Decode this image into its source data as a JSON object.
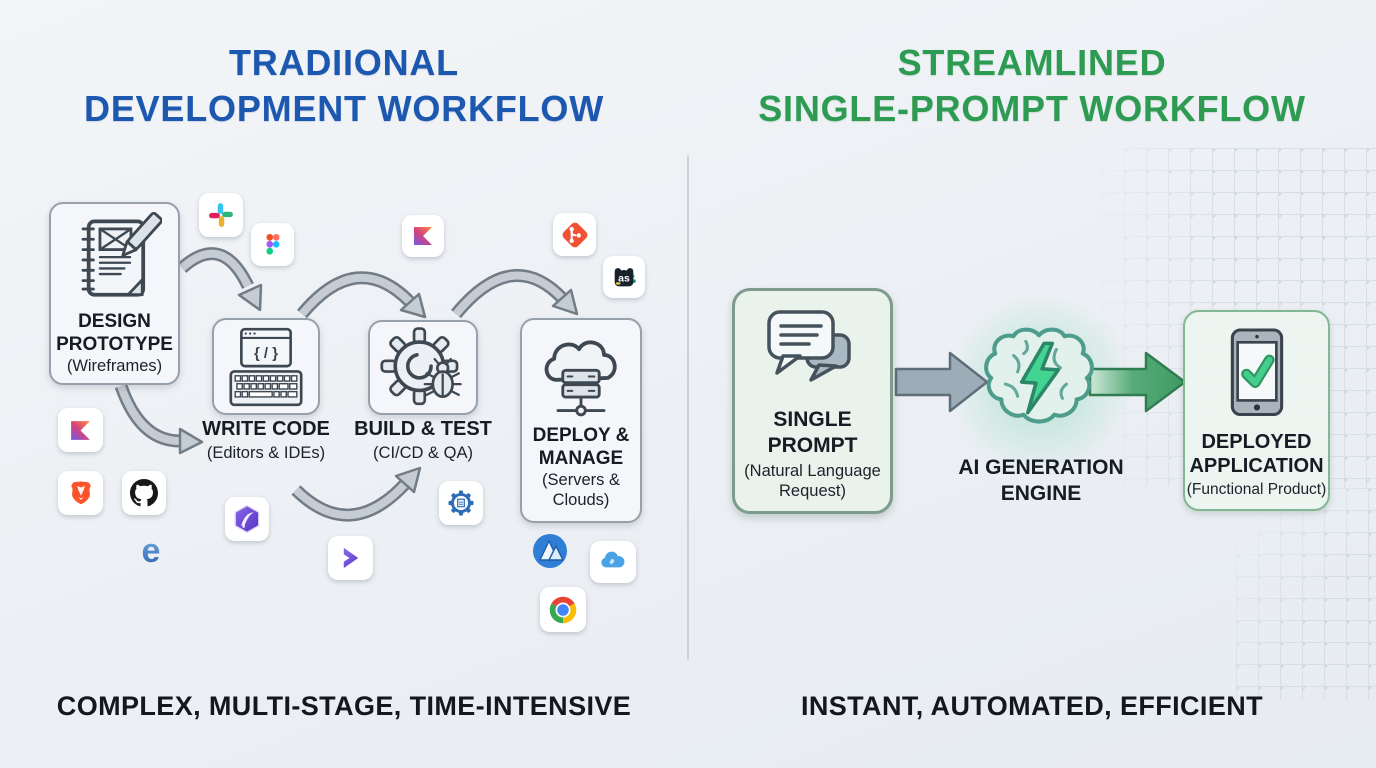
{
  "left": {
    "title1": "TRADIIONAL",
    "title2": "DEVELOPMENT WORKFLOW",
    "title_color": "#1d58b0",
    "stages": [
      {
        "line1": "DESIGN",
        "line2": "PROTOTYPE",
        "sub": "(Wireframes)",
        "icon": "notebook-pencil-icon"
      },
      {
        "line1": "WRITE CODE",
        "sub": "(Editors & IDEs)",
        "icon": "code-editor-keyboard-icon",
        "icon_glyph": "{ / }"
      },
      {
        "line1": "BUILD & TEST",
        "sub": "(CI/CD & QA)",
        "icon": "gear-bug-icon"
      },
      {
        "line1": "DEPLOY &",
        "line2": "MANAGE",
        "sub": "(Servers & Clouds)",
        "icon": "cloud-server-icon"
      }
    ],
    "tool_icons": [
      "slack",
      "figma",
      "kotlin",
      "git",
      "as-dark-app",
      "kotlin",
      "brave",
      "github",
      "e-cube",
      "purple-hexagon",
      "purple-chevron",
      "blue-gear",
      "mountain-circle",
      "blue-cloud",
      "chrome"
    ],
    "footer": "COMPLEX, MULTI-STAGE, TIME-INTENSIVE"
  },
  "right": {
    "title1": "STREAMLINED",
    "title2": "SINGLE-PROMPT WORKFLOW",
    "title_color": "#2d9b51",
    "stages": [
      {
        "line1": "SINGLE",
        "line2": "PROMPT",
        "sub": "(Natural Language Request)",
        "icon": "chat-bubbles-icon"
      },
      {
        "line1": "AI GENERATION",
        "line2": "ENGINE",
        "icon": "brain-lightning-icon"
      },
      {
        "line1": "DEPLOYED",
        "line2": "APPLICATION",
        "sub": "(Functional Product)",
        "icon": "tablet-check-icon"
      }
    ],
    "footer": "INSTANT, AUTOMATED, EFFICIENT"
  },
  "colors": {
    "background": "#eef1f5",
    "left_title": "#1d58b0",
    "right_title": "#2d9b51",
    "box_border_gray": "#97a1ab",
    "green_box_bg": "#e9f3ec",
    "green_box_border": "#7d9c8d",
    "arrow_gray": "#c6ccd3",
    "arrow_green": "#3f9a63",
    "footer_text": "#14181d"
  }
}
